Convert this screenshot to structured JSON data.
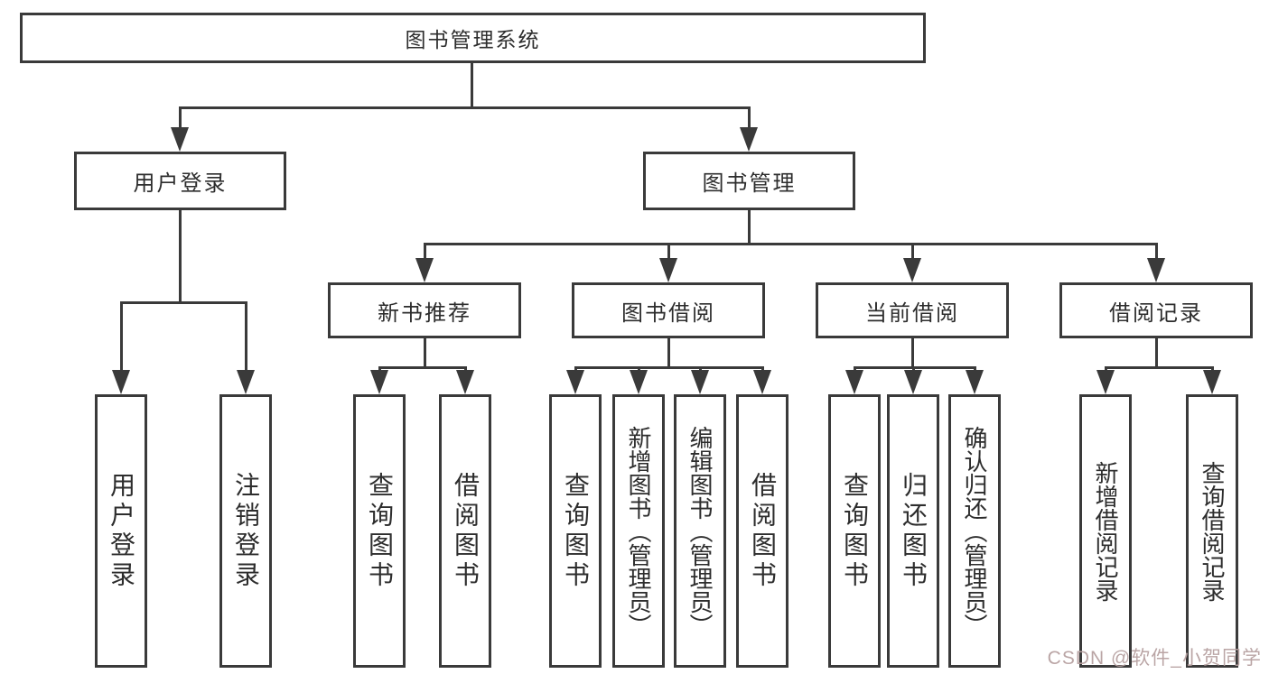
{
  "title": "图书管理系统",
  "watermark": "CSDN @软件_小贺同学",
  "colors": {
    "line": "#3a3a3a",
    "text": "#2d2d2d",
    "background": "#ffffff",
    "watermark": "#b6a0a0"
  },
  "nodes": [
    {
      "id": "root",
      "label": "图书管理系统",
      "level": 1
    },
    {
      "id": "user-login",
      "label": "用户登录",
      "level": 2
    },
    {
      "id": "book-management",
      "label": "图书管理",
      "level": 2
    },
    {
      "id": "new-book-recommend",
      "label": "新书推荐",
      "level": 3
    },
    {
      "id": "book-borrowing",
      "label": "图书借阅",
      "level": 3
    },
    {
      "id": "current-borrowing",
      "label": "当前借阅",
      "level": 3
    },
    {
      "id": "borrow-records",
      "label": "借阅记录",
      "level": 3
    },
    {
      "id": "leaf-user-login",
      "label": "用户登录",
      "level": 4
    },
    {
      "id": "leaf-logout-login",
      "label": "注销登录",
      "level": 4
    },
    {
      "id": "leaf-query-books-recommend",
      "label": "查询图书",
      "level": 4
    },
    {
      "id": "leaf-borrow-books-recommend",
      "label": "借阅图书",
      "level": 4
    },
    {
      "id": "leaf-query-books-borrowing",
      "label": "查询图书",
      "level": 4
    },
    {
      "id": "leaf-add-books-admin",
      "label": "新增图书（管理员）",
      "level": 4
    },
    {
      "id": "leaf-edit-books-admin",
      "label": "编辑图书（管理员）",
      "level": 4
    },
    {
      "id": "leaf-borrow-books-borrowing",
      "label": "借阅图书",
      "level": 4
    },
    {
      "id": "leaf-query-books-current",
      "label": "查询图书",
      "level": 4
    },
    {
      "id": "leaf-return-books",
      "label": "归还图书",
      "level": 4
    },
    {
      "id": "leaf-confirm-return-admin",
      "label": "确认归还（管理员）",
      "level": 4
    },
    {
      "id": "leaf-add-borrow-record",
      "label": "新增借阅记录",
      "level": 4
    },
    {
      "id": "leaf-query-borrow-record",
      "label": "查询借阅记录",
      "level": 4
    }
  ]
}
